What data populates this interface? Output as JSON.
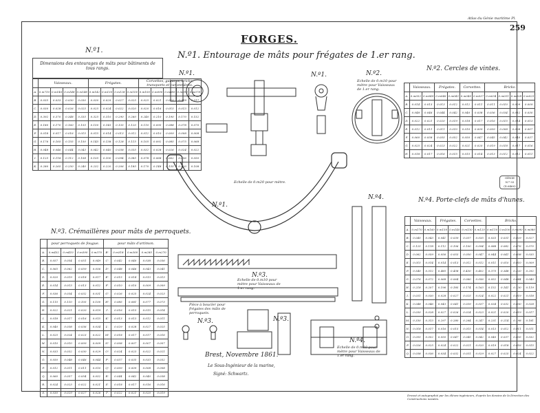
{
  "header": {
    "top_right_note": "Atlas du Génie maritime Pl.",
    "page_number": "259",
    "title": "FORGES."
  },
  "subtitle": "N.º1. Entourage de mâts pour frégates de 1.er rang.",
  "figure_labels": {
    "n1_a": "N.º1.",
    "n1_b": "N.º1.",
    "n1_c": "N.º1.",
    "n2": "N.º2.",
    "n3_a": "N.º3.",
    "n3_b": "N.º3.",
    "n3_c": "N.º3.",
    "n4": "N.º4.",
    "n4_b": "N.º4."
  },
  "captions": {
    "n1_scale": "Echelle de 0.m20 pour mètre.",
    "n2_scale": "Echelle de 0.m10 pour mètre pour Vaisseaux de 1.er rang.",
    "n3_scale": "Echelle de 0.m10 pour mètre pour Vaisseaux de 1.er rang.",
    "n3_detail": "Pièce à boucler pour frégates des mâts de perroquets.",
    "n4_scale": "Echelle de 0.m10 pour mètre pour Vaisseaux de 1.er rang."
  },
  "signature": {
    "place_date": "Brest, Novembre 1861.",
    "role": "Le Sous-Ingénieur de la marine,",
    "name": "Signé: Schwartz."
  },
  "stamp": {
    "line1": "GÉNIE",
    "line2": "N.º 93",
    "line3": "(X.6460)"
  },
  "bottom_note": "Dressé et autographié par les élèves-ingénieurs, d'après les dessins de la Direction des Constructions navales.",
  "table_n1": {
    "label": "N.º1.",
    "caption": "Dimensions des entourages de mâts pour bâtiments de tous rangs.",
    "groups": [
      "Vaisseaux.",
      "Frégates.",
      "Corvettes, gabares, bricks, transports et canonnières."
    ],
    "rows": [
      [
        "A.",
        "0.m710",
        "0.m140",
        "0.m148",
        "0.m148",
        "0.m142",
        "0.m135",
        "0.m128",
        "0.m118",
        "0.m100",
        "0.m090",
        "0.m085",
        "0.m090",
        "0.m078"
      ],
      [
        "B.",
        "0.035",
        "0.033",
        "0.030",
        "0.030",
        "0.030",
        "0.029",
        "0.027",
        "0.025",
        "0.025",
        "0.021",
        "0.020",
        "0.018",
        "0.017"
      ],
      [
        "C.",
        "0.030",
        "0.028",
        "0.026",
        "0.025",
        "0.025",
        "0.024",
        "0.022",
        "0.020",
        "0.020",
        "0.016",
        "0.015",
        "0.013",
        "0.012"
      ],
      [
        "D.",
        "0.392",
        "0.370",
        "0.348",
        "0.335",
        "0.325",
        "0.310",
        "0.290",
        "0.260",
        "0.240",
        "0.210",
        "0.190",
        "0.170",
        "0.152"
      ],
      [
        "E.",
        "0.180",
        "0.170",
        "0.160",
        "0.155",
        "0.150",
        "0.145",
        "0.135",
        "0.120",
        "0.110",
        "0.095",
        "0.088",
        "0.078",
        "0.070"
      ],
      [
        "F.",
        "0.018",
        "0.017",
        "0.016",
        "0.015",
        "0.015",
        "0.014",
        "0.013",
        "0.012",
        "0.012",
        "0.010",
        "0.009",
        "0.008",
        "0.008"
      ],
      [
        "G.",
        "0.176",
        "0.165",
        "0.155",
        "0.150",
        "0.145",
        "0.138",
        "0.128",
        "0.115",
        "0.105",
        "0.092",
        "0.085",
        "0.075",
        "0.068"
      ],
      [
        "H.",
        "0.048",
        "0.046",
        "0.044",
        "0.043",
        "0.042",
        "0.040",
        "0.038",
        "0.035",
        "0.032",
        "0.028",
        "0.026",
        "0.024",
        "0.022"
      ],
      [
        "I.",
        "0.125",
        "0.118",
        "0.112",
        "0.108",
        "0.105",
        "0.100",
        "0.094",
        "0.085",
        "0.078",
        "0.068",
        "0.062",
        "0.056",
        "0.050"
      ],
      [
        "K.",
        "0.280",
        "0.265",
        "0.250",
        "0.240",
        "0.232",
        "0.220",
        "0.206",
        "0.185",
        "0.170",
        "0.148",
        "0.135",
        "0.120",
        "0.108"
      ]
    ]
  },
  "table_n2": {
    "label": "N.º2. Cercles de vintes.",
    "groups": [
      "Vaisseaux.",
      "Frégates.",
      "Corvettes.",
      "Bricks."
    ],
    "rows": [
      [
        "A.",
        "0.m052",
        "0.m049",
        "0.m046",
        "0.m043",
        "0.m040",
        "0.m037",
        "0.m034",
        "0.m031",
        "0.m028",
        "0.m025"
      ],
      [
        "B.",
        "0.014",
        "0.013",
        "0.013",
        "0.012",
        "0.012",
        "0.011",
        "0.011",
        "0.010",
        "0.009",
        "0.009"
      ],
      [
        "C.",
        "0.048",
        "0.046",
        "0.044",
        "0.042",
        "0.040",
        "0.038",
        "0.036",
        "0.034",
        "0.032",
        "0.030"
      ],
      [
        "D.",
        "0.022",
        "0.021",
        "0.020",
        "0.019",
        "0.018",
        "0.017",
        "0.016",
        "0.015",
        "0.014",
        "0.013"
      ],
      [
        "E.",
        "0.012",
        "0.011",
        "0.011",
        "0.010",
        "0.010",
        "0.009",
        "0.009",
        "0.008",
        "0.008",
        "0.007"
      ],
      [
        "F.",
        "0.060",
        "0.058",
        "0.055",
        "0.052",
        "0.050",
        "0.047",
        "0.045",
        "0.042",
        "0.040",
        "0.037"
      ],
      [
        "G.",
        "0.025",
        "0.024",
        "0.023",
        "0.022",
        "0.021",
        "0.020",
        "0.019",
        "0.018",
        "0.017",
        "0.016"
      ],
      [
        "H.",
        "0.018",
        "0.017",
        "0.016",
        "0.015",
        "0.015",
        "0.014",
        "0.013",
        "0.012",
        "0.012",
        "0.011"
      ]
    ]
  },
  "table_n3": {
    "label": "N.º3. Crémaillères pour mâts de perroquets.",
    "groups": [
      "pour perroquets de fougue.",
      "pour mâts d'artimon."
    ],
    "rows": [
      [
        "A.",
        "0.m432",
        "0.m410",
        "0.m390",
        "0.m370",
        "B'.",
        "0.m318",
        "0.m300",
        "0.m285",
        "0.m270"
      ],
      [
        "B.",
        "0.057",
        "0.054",
        "0.051",
        "0.049",
        "C'.",
        "0.042",
        "0.040",
        "0.038",
        "0.036"
      ],
      [
        "C.",
        "0.065",
        "0.062",
        "0.059",
        "0.056",
        "D'.",
        "0.048",
        "0.046",
        "0.043",
        "0.041"
      ],
      [
        "D.",
        "0.020",
        "0.019",
        "0.018",
        "0.017",
        "E'.",
        "0.015",
        "0.014",
        "0.013",
        "0.013"
      ],
      [
        "E.",
        "0.014",
        "0.013",
        "0.013",
        "0.012",
        "F'.",
        "0.010",
        "0.010",
        "0.009",
        "0.009"
      ],
      [
        "F.",
        "0.036",
        "0.034",
        "0.032",
        "0.031",
        "G'.",
        "0.026",
        "0.025",
        "0.024",
        "0.023"
      ],
      [
        "G.",
        "0.115",
        "0.110",
        "0.105",
        "0.100",
        "H'.",
        "0.085",
        "0.081",
        "0.077",
        "0.073"
      ],
      [
        "H.",
        "0.022",
        "0.021",
        "0.020",
        "0.019",
        "I'.",
        "0.016",
        "0.015",
        "0.015",
        "0.014"
      ],
      [
        "I.",
        "0.018",
        "0.017",
        "0.016",
        "0.015",
        "K'.",
        "0.013",
        "0.013",
        "0.012",
        "0.011"
      ],
      [
        "K.",
        "0.040",
        "0.038",
        "0.036",
        "0.034",
        "L'.",
        "0.029",
        "0.028",
        "0.027",
        "0.025"
      ],
      [
        "L.",
        "0.025",
        "0.024",
        "0.023",
        "0.022",
        "M'.",
        "0.018",
        "0.017",
        "0.017",
        "0.016"
      ],
      [
        "M.",
        "0.010",
        "0.010",
        "0.009",
        "0.009",
        "N'.",
        "0.008",
        "0.007",
        "0.007",
        "0.007"
      ],
      [
        "N.",
        "0.033",
        "0.032",
        "0.030",
        "0.029",
        "O'.",
        "0.024",
        "0.023",
        "0.022",
        "0.021"
      ],
      [
        "O.",
        "0.050",
        "0.048",
        "0.046",
        "0.044",
        "P'.",
        "0.037",
        "0.035",
        "0.033",
        "0.032"
      ],
      [
        "P.",
        "0.012",
        "0.011",
        "0.011",
        "0.010",
        "Q'.",
        "0.009",
        "0.009",
        "0.008",
        "0.008"
      ],
      [
        "Q.",
        "0.060",
        "0.057",
        "0.054",
        "0.052",
        "R'.",
        "0.044",
        "0.042",
        "0.040",
        "0.038"
      ],
      [
        "R.",
        "0.024",
        "0.023",
        "0.022",
        "0.021",
        "S'.",
        "0.018",
        "0.017",
        "0.016",
        "0.016"
      ],
      [
        "S.",
        "0.030",
        "0.029",
        "0.027",
        "0.026",
        "T'.",
        "0.022",
        "0.021",
        "0.020",
        "0.019"
      ]
    ]
  },
  "table_n4": {
    "label": "N.º4. Porte-clefs de mâts d'hunes.",
    "groups": [
      "Vaisseaux.",
      "Frégates.",
      "Corvettes.",
      "Bricks."
    ],
    "rows": [
      [
        "A.",
        "0.m170",
        "0.m160",
        "0.m150",
        "0.m140",
        "0.m130",
        "0.m120",
        "0.m110",
        "0.m100",
        "0.m090",
        "0.m080"
      ],
      [
        "B.",
        "0.045",
        "0.043",
        "0.041",
        "0.039",
        "0.037",
        "0.035",
        "0.033",
        "0.031",
        "0.029",
        "0.027"
      ],
      [
        "C.",
        "0.125",
        "0.118",
        "0.112",
        "0.106",
        "0.100",
        "0.094",
        "0.088",
        "0.082",
        "0.076",
        "0.070"
      ],
      [
        "D.",
        "0.062",
        "0.059",
        "0.056",
        "0.053",
        "0.050",
        "0.047",
        "0.044",
        "0.041",
        "0.038",
        "0.035"
      ],
      [
        "E.",
        "0.015",
        "0.014",
        "0.014",
        "0.013",
        "0.012",
        "0.012",
        "0.011",
        "0.010",
        "0.010",
        "0.009"
      ],
      [
        "F.",
        "0.540",
        "0.512",
        "0.485",
        "0.458",
        "0.430",
        "0.402",
        "0.375",
        "0.348",
        "0.320",
        "0.292"
      ],
      [
        "G.",
        "0.076",
        "0.072",
        "0.068",
        "0.064",
        "0.060",
        "0.056",
        "0.052",
        "0.048",
        "0.044",
        "0.040"
      ],
      [
        "H.",
        "0.218",
        "0.207",
        "0.196",
        "0.185",
        "0.174",
        "0.163",
        "0.152",
        "0.141",
        "0.130",
        "0.119"
      ],
      [
        "I.",
        "0.031",
        "0.030",
        "0.028",
        "0.027",
        "0.025",
        "0.024",
        "0.022",
        "0.021",
        "0.019",
        "0.018"
      ],
      [
        "K.",
        "0.048",
        "0.046",
        "0.043",
        "0.041",
        "0.039",
        "0.037",
        "0.034",
        "0.032",
        "0.030",
        "0.028"
      ],
      [
        "L.",
        "0.030",
        "0.028",
        "0.027",
        "0.026",
        "0.024",
        "0.023",
        "0.021",
        "0.020",
        "0.019",
        "0.017"
      ],
      [
        "M.",
        "0.330",
        "0.313",
        "0.297",
        "0.280",
        "0.264",
        "0.247",
        "0.231",
        "0.214",
        "0.198",
        "0.181"
      ],
      [
        "N.",
        "0.018",
        "0.017",
        "0.016",
        "0.015",
        "0.015",
        "0.014",
        "0.013",
        "0.012",
        "0.011",
        "0.011"
      ],
      [
        "O.",
        "0.055",
        "0.052",
        "0.050",
        "0.047",
        "0.045",
        "0.042",
        "0.040",
        "0.037",
        "0.035",
        "0.032"
      ],
      [
        "P.",
        "0.026",
        "0.025",
        "0.024",
        "0.022",
        "0.021",
        "0.020",
        "0.019",
        "0.018",
        "0.016",
        "0.015"
      ],
      [
        "Q.",
        "0.038",
        "0.036",
        "0.034",
        "0.032",
        "0.031",
        "0.029",
        "0.027",
        "0.025",
        "0.024",
        "0.022"
      ]
    ]
  }
}
